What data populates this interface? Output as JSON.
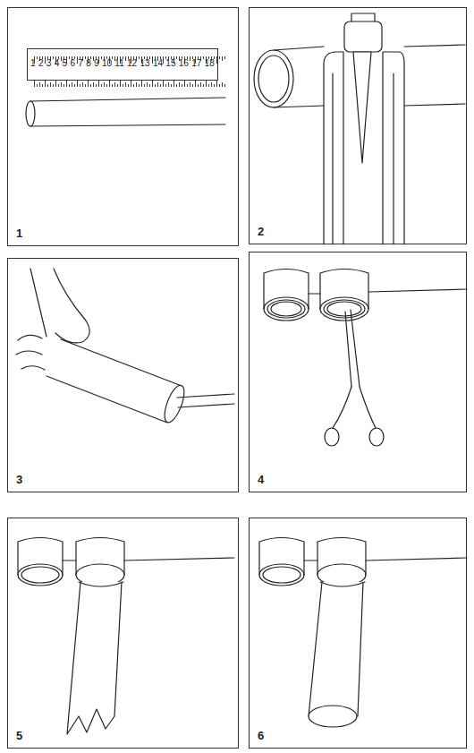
{
  "diagram": {
    "nodes": [
      {
        "text": [
          "1"
        ]
      },
      {
        "text": [
          "1",
          "2",
          "3",
          "4",
          "5",
          "6",
          "7",
          "8",
          "9",
          "10",
          "11",
          "12",
          "13",
          "14",
          "15",
          "16",
          "17",
          "18"
        ],
        "in": 0
      },
      {
        "text": [
          "2"
        ]
      },
      {
        "text": [
          "3"
        ]
      },
      {
        "text": [
          "4"
        ]
      },
      {
        "text": [
          "5"
        ]
      },
      {
        "text": [
          "6"
        ]
      }
    ]
  }
}
